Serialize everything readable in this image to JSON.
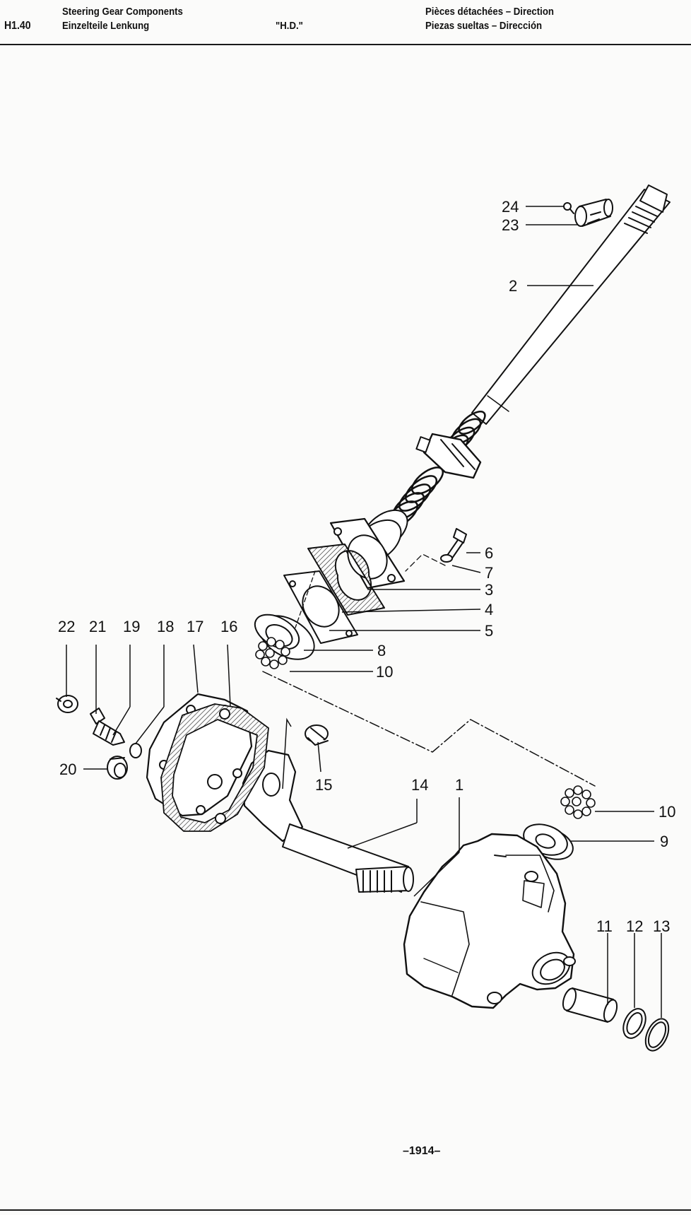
{
  "header": {
    "section": "H1.40",
    "title_en": "Steering Gear Components",
    "title_de": "Einzelteile Lenkung",
    "model": "\"H.D.\"",
    "title_fr": "Pièces détachées – Direction",
    "title_es": "Piezas sueltas – Dirección"
  },
  "callouts": {
    "c1": "1",
    "c2": "2",
    "c3": "3",
    "c4": "4",
    "c5": "5",
    "c6": "6",
    "c7": "7",
    "c8": "8",
    "c9": "9",
    "c10a": "10",
    "c10b": "10",
    "c11": "11",
    "c12": "12",
    "c13": "13",
    "c14": "14",
    "c15": "15",
    "c16": "16",
    "c17": "17",
    "c18": "18",
    "c19": "19",
    "c20": "20",
    "c21": "21",
    "c22": "22",
    "c23": "23",
    "c24": "24"
  },
  "page_number": "–1914–"
}
